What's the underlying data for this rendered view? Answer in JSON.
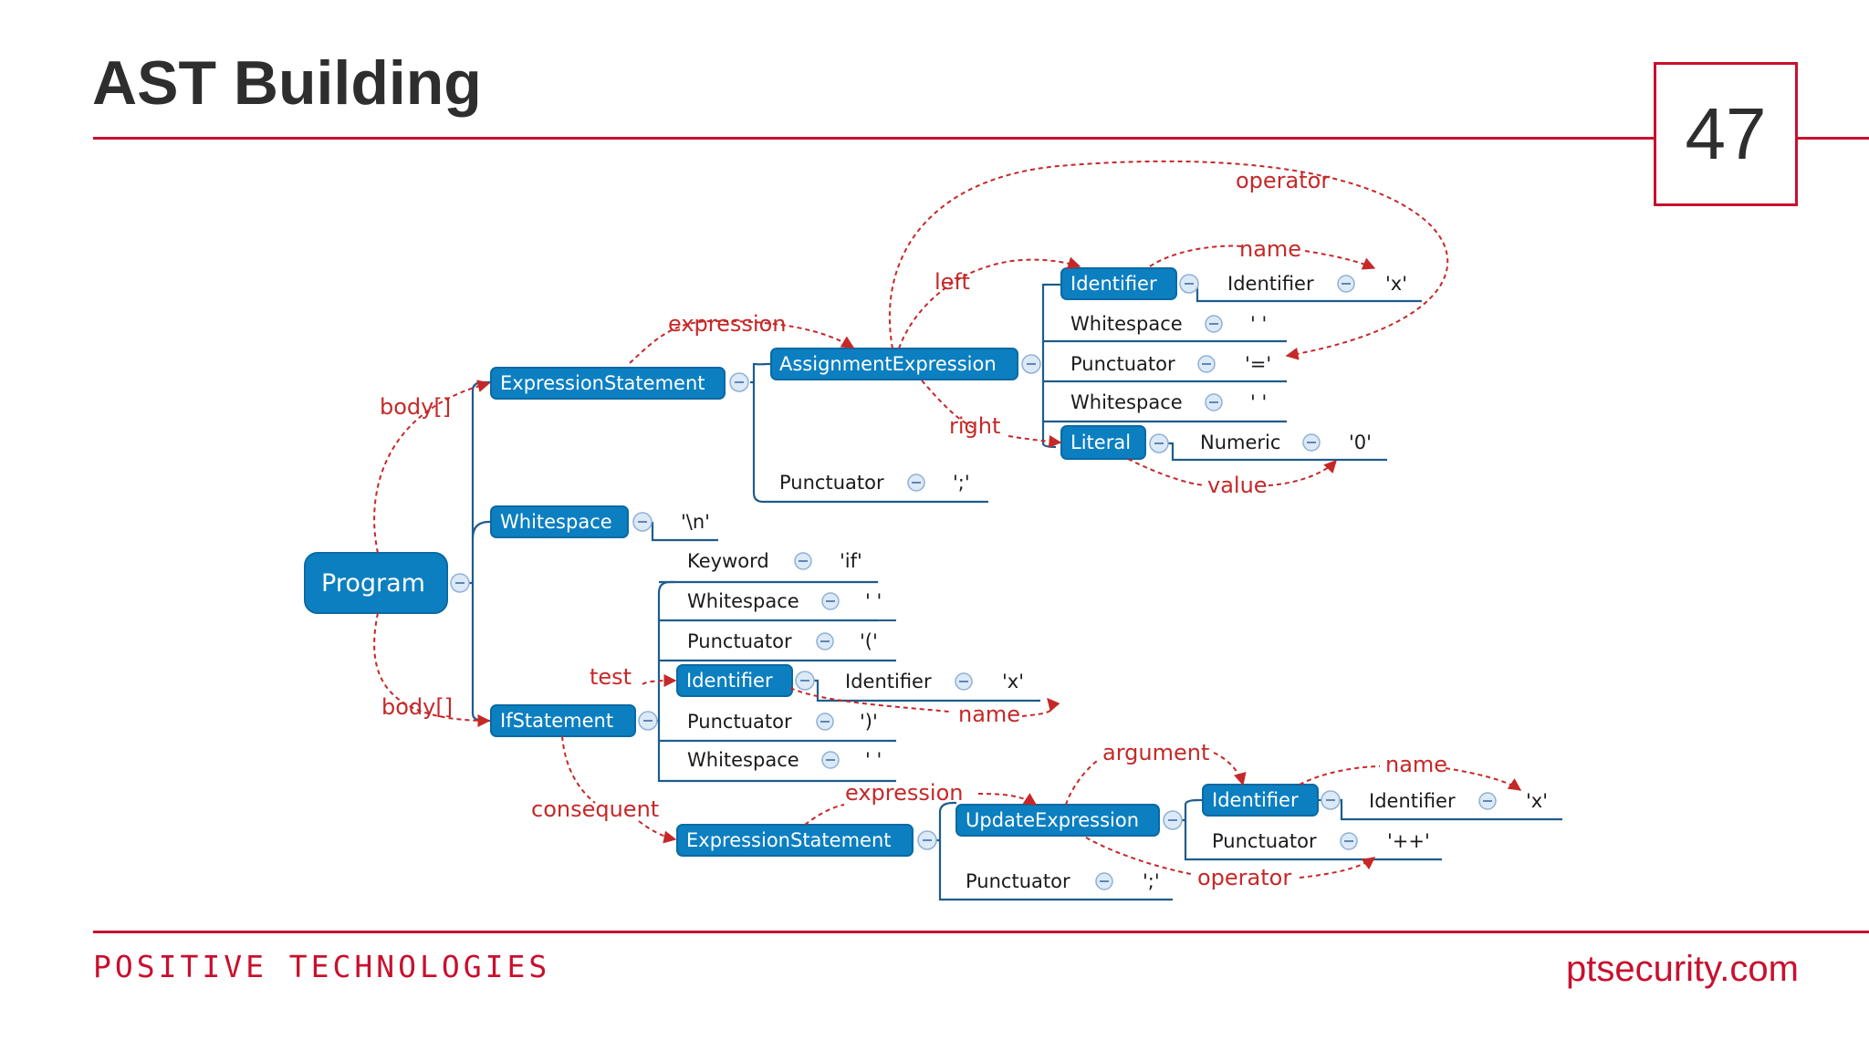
{
  "slide": {
    "title": "AST Building",
    "page_number": "47"
  },
  "footer": {
    "brand": "POSITIVE TECHNOLOGIES",
    "url": "ptsecurity.com"
  },
  "colors": {
    "accent": "#c8102e",
    "node_fill": "#0c7fc1",
    "node_border": "#0a6aa3",
    "tree_line": "#1f5c8c",
    "relation_label": "#c62828",
    "title_text": "#2e2e2e"
  },
  "tree": {
    "root": "Program",
    "nodes": {
      "expr_stmt": "ExpressionStatement",
      "assign_expr": "AssignmentExpression",
      "identifier_1": "Identifier",
      "literal": "Literal",
      "whitespace_nl": "Whitespace",
      "if_stmt": "IfStatement",
      "identifier_2": "Identifier",
      "expr_stmt_2": "ExpressionStatement",
      "update_expr": "UpdateExpression",
      "identifier_3": "Identifier"
    },
    "rows": {
      "assign_ident_type": "Identifier",
      "assign_ident_value": "'x'",
      "assign_ws1_type": "Whitespace",
      "assign_ws1_value": "' '",
      "assign_op_type": "Punctuator",
      "assign_op_value": "'='",
      "assign_ws2_type": "Whitespace",
      "assign_ws2_value": "' '",
      "literal_type": "Numeric",
      "literal_value": "'0'",
      "expr_semi_type": "Punctuator",
      "expr_semi_value": "';'",
      "ws_nl_value": "'\\n'",
      "if_kw_type": "Keyword",
      "if_kw_value": "'if'",
      "if_ws1_type": "Whitespace",
      "if_ws1_value": "' '",
      "if_lparen_type": "Punctuator",
      "if_lparen_value": "'('",
      "if_test_ident_type": "Identifier",
      "if_test_ident_value": "'x'",
      "if_rparen_type": "Punctuator",
      "if_rparen_value": "')'",
      "if_ws2_type": "Whitespace",
      "if_ws2_value": "' '",
      "update_ident_type": "Identifier",
      "update_ident_value": "'x'",
      "update_op_type": "Punctuator",
      "update_op_value": "'++'",
      "update_semi_type": "Punctuator",
      "update_semi_value": "';'"
    },
    "relations": {
      "body_1": "body[]",
      "body_2": "body[]",
      "expression_1": "expression",
      "left": "left",
      "operator_1": "operator",
      "name_1": "name",
      "right": "right",
      "value": "value",
      "test": "test",
      "name_2": "name",
      "consequent": "consequent",
      "expression_2": "expression",
      "argument": "argument",
      "name_3": "name",
      "operator_2": "operator"
    }
  }
}
